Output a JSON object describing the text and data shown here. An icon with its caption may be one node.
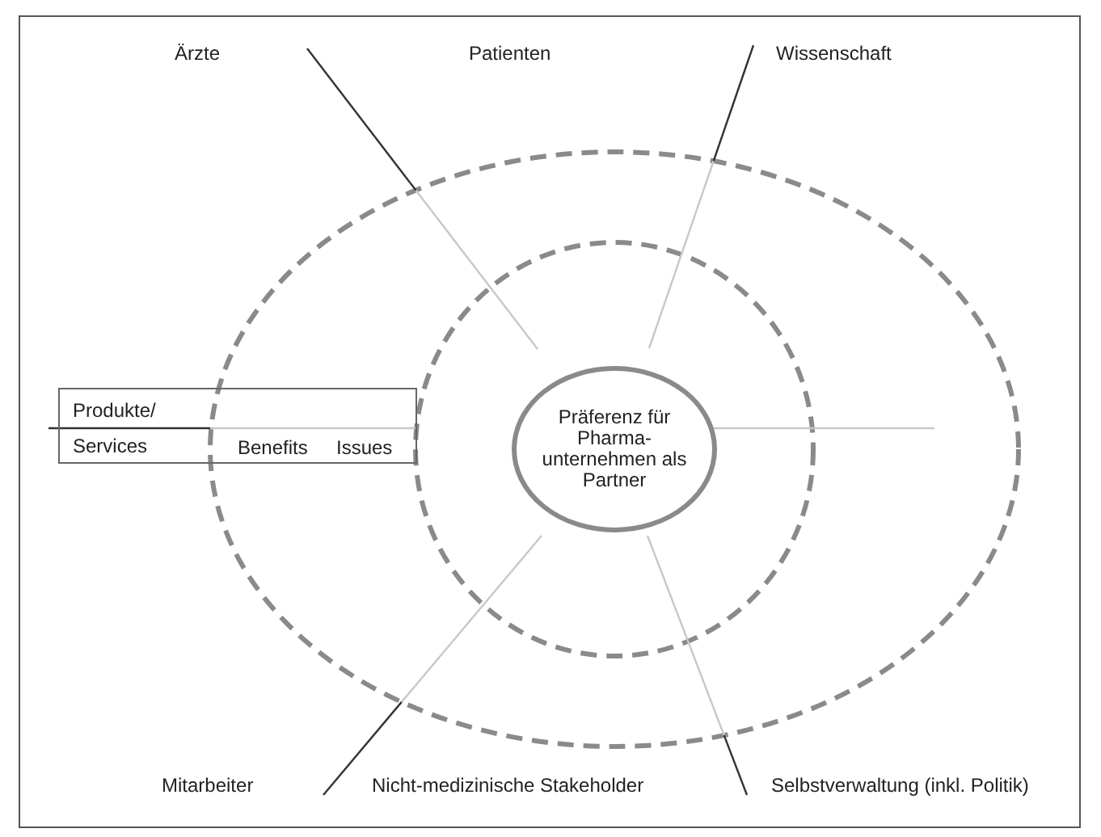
{
  "diagram": {
    "nodes": [
      {
        "text": [
          "Präferenz für Pharma- unternehmen als Partner"
        ]
      },
      {
        "text": [
          "Produkte/ Services",
          "Benefits",
          "Issues"
        ]
      }
    ],
    "edges": [],
    "labels": [
      "Ärzte",
      "Patienten",
      "Wissenschaft",
      "Mitarbeiter",
      "Nicht-medizinische Stakeholder",
      "Selbstverwaltung (inkl. Politik)"
    ]
  }
}
